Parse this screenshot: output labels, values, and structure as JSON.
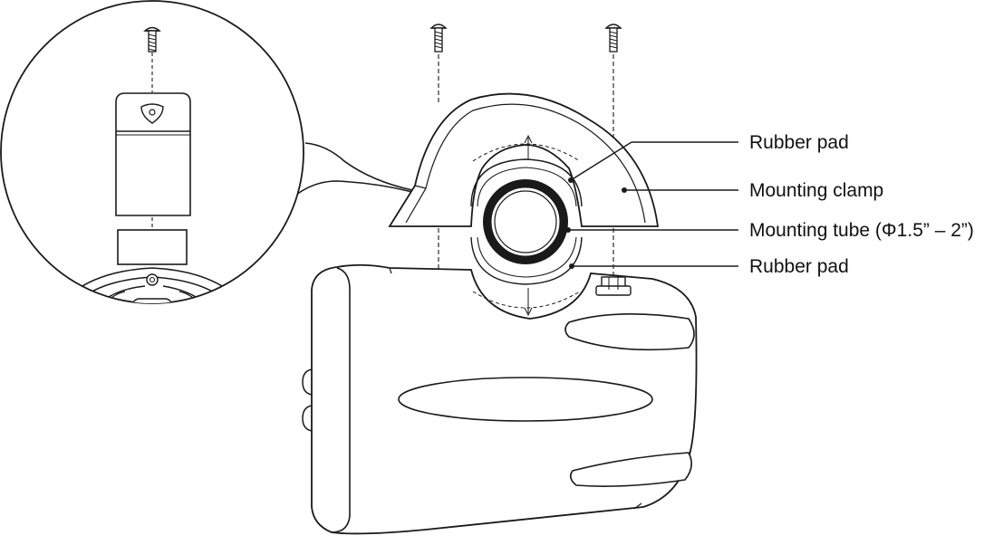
{
  "callouts": {
    "rubber_pad_top": "Rubber pad",
    "mounting_clamp": "Mounting clamp",
    "mounting_tube": "Mounting tube (Φ1.5” – 2”)",
    "rubber_pad_bottom": "Rubber pad"
  },
  "colors": {
    "line": "#1a1a1a",
    "fill": "#ffffff",
    "tube": "#1a1a1a",
    "background": "#ffffff"
  }
}
